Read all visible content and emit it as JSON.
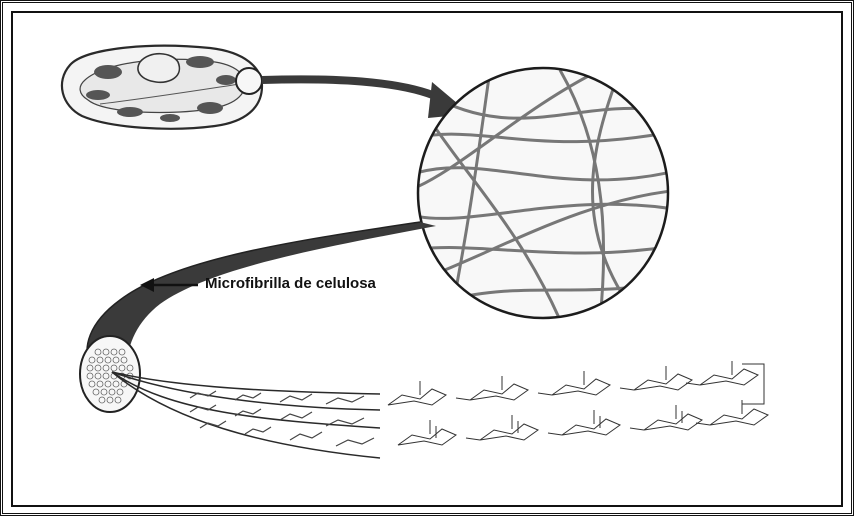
{
  "figure": {
    "label_text": "Microfibrilla de celulosa"
  },
  "colors": {
    "line": "#2a2a2a",
    "fibre": "#666666",
    "dark_ribbon": "#3a3a3a",
    "background": "#ffffff"
  },
  "icons": [
    "plant-cell-icon",
    "zoom-arrow-icon",
    "fibre-network-circle",
    "microfibril-ribbon",
    "cellulose-chain-structure"
  ]
}
